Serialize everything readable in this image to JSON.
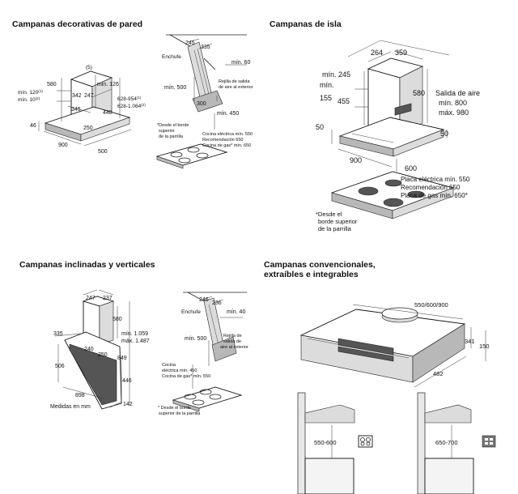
{
  "sections": {
    "wall": {
      "title": "Campanas decorativas de pared",
      "left": {
        "d5": "(5)",
        "d580": "580",
        "dmin126": "min. 126",
        "dmin120": "mín. 120",
        "sup120": "(1)",
        "dmin10": "mín. 10",
        "sup10": "(2)",
        "d342": "342",
        "d247": "247",
        "d345": "345",
        "d448": "448",
        "d628a": "628-954",
        "sup628a": "(1)",
        "d628b": "628-1.064",
        "sup628b": "(2)",
        "d250": "250",
        "d46": "46",
        "d900": "900",
        "d500": "500"
      },
      "right": {
        "d245": "245",
        "d335": "335",
        "enchufe": "Enchufe",
        "dmin60": "mín. 60",
        "rejilla1": "Rejilla de salida",
        "rejilla2": "de aire al exterior",
        "dmin500": "mín. 500",
        "d300": "300",
        "dmin450": "mín. 450",
        "note1": "*Desde el borde",
        "note2": "superior",
        "note3": "de la parrilla",
        "cocina1": "Cocina eléctrica mín. 550",
        "cocina2": "Recomendación 650",
        "cocina3": "Cocina de gas* mín. 650"
      }
    },
    "island": {
      "title": "Campanas de isla",
      "d264": "264",
      "d359": "359",
      "dmin245a": "mín. 245",
      "dmin": "mín.",
      "d155": "155",
      "d455": "455",
      "d580": "580",
      "salida1": "Salida de aire",
      "salida2": "mín. 800",
      "salida3": "máx. 980",
      "d50a": "50",
      "d50b": "50",
      "d900": "900",
      "d600": "600",
      "placa1": "Placa eléctrica mín. 550",
      "placa2": "Recomendación 650",
      "placa3": "Placa de gas mín. 650*",
      "note1": "*Desde el",
      "note2": "borde superior",
      "note3": "de la parrilla"
    },
    "inclined": {
      "title": "Campanas inclinadas y verticales",
      "d247": "247",
      "d237": "237",
      "d580": "580",
      "d335": "335",
      "dmin1059": "mín. 1.059",
      "dmax1487": "máx. 1.487",
      "d240": "240",
      "d250": "250",
      "d849": "849",
      "d506": "506",
      "d446": "446",
      "d898": "898",
      "d142": "142",
      "medidas": "Medidas en mm",
      "r_d246": "246",
      "r_d236": "236",
      "r_enchufe": "Enchufe",
      "r_dmin40": "mín. 40",
      "r_rej1": "Rejilla de",
      "r_rej2": "salida de",
      "r_rej3": "aire al exterior",
      "r_dmin500": "mín. 500",
      "r_coc1": "Cocina",
      "r_coc2": "eléctrica mín. 450",
      "r_coc3": "Cocina de gas* mín. 550",
      "r_note1": "* Desde el borde",
      "r_note2": "superior de la parrilla"
    },
    "conventional": {
      "title1": "Campanas convencionales,",
      "title2": "extraíbles e integrables",
      "d550": "550/600/900",
      "d341": "341",
      "d150": "150",
      "d482": "482",
      "range1": "550-600",
      "range2": "650-700"
    }
  }
}
